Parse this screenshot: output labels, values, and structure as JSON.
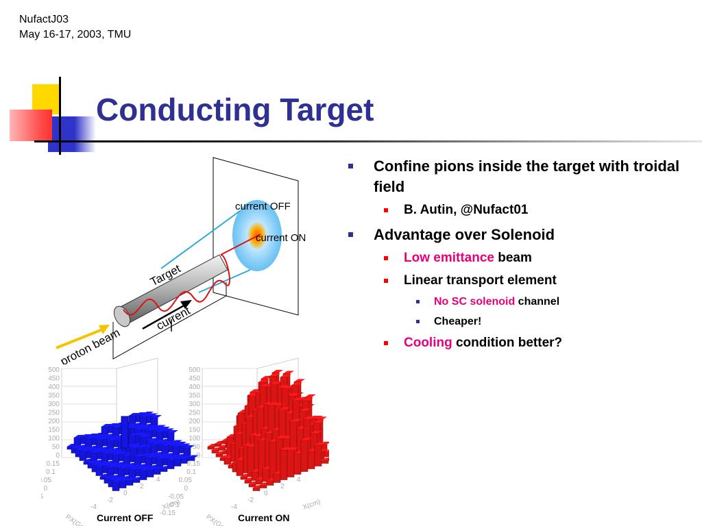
{
  "header": {
    "line1": "NufactJ03",
    "line2": "May 16-17, 2003, TMU"
  },
  "slide": {
    "title": "Conducting Target",
    "bullets": {
      "b1": "Confine pions inside the target with troidal field",
      "b1_1": "B. Autin, @Nufact01",
      "b2": "Advantage over Solenoid",
      "b2_1_hl": "Low emittance",
      "b2_1_rest": " beam",
      "b2_2": "Linear transport element",
      "b2_2_1_hl": "No SC solenoid",
      "b2_2_1_rest": " channel",
      "b2_2_2": "Cheaper!",
      "b2_3_hl": "Cooling",
      "b2_3_rest": " condition better?"
    }
  },
  "diagram": {
    "current_off": "current OFF",
    "current_on": "current ON",
    "target": "Target",
    "current": "current",
    "proton_beam": "proton beam"
  },
  "histograms": {
    "z_ticks": [
      "0",
      "50",
      "100",
      "150",
      "200",
      "250",
      "300",
      "350",
      "400",
      "450",
      "500"
    ],
    "y_ticks": [
      "0.15",
      "0.1",
      "0.05",
      "0",
      "-0.05",
      "-0.1",
      "-0.15"
    ],
    "x_ticks": [
      "-4",
      "-2",
      "0",
      "2",
      "4"
    ],
    "y_axis_label": "PX(GeV/c)",
    "x_axis_label": "X(cm)",
    "caption_off": "Current OFF",
    "caption_on": "Current ON"
  },
  "colors": {
    "title": "#2e3192",
    "highlight": "#e6007e",
    "bullet_l1": "#2e3192",
    "bullet_l2": "#ff0000",
    "hist_off": "#1515e6",
    "hist_on": "#e61515"
  }
}
